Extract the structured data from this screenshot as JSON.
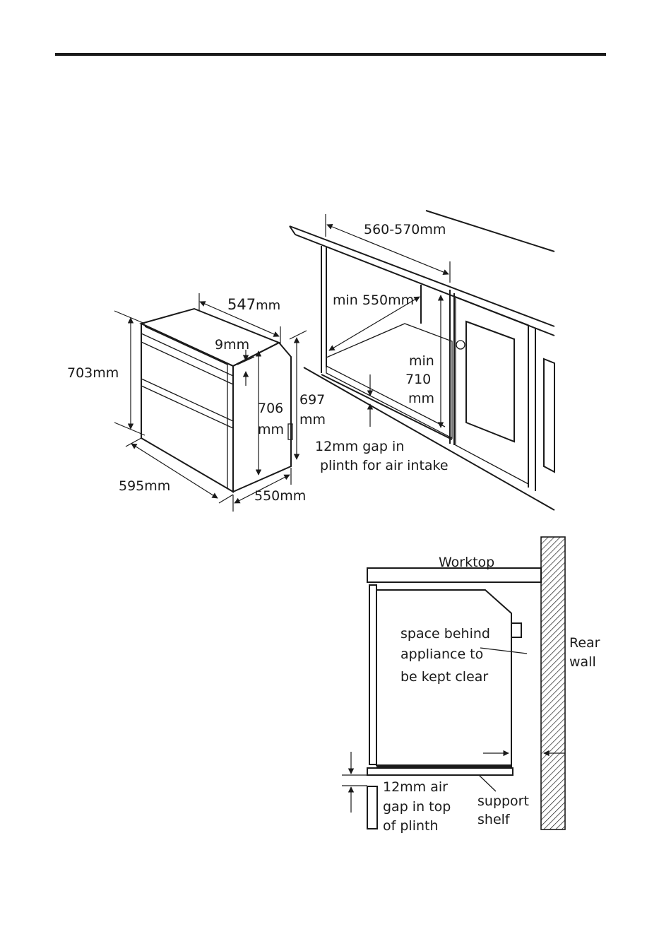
{
  "colors": {
    "ink": "#1a1a1a",
    "background": "#ffffff"
  },
  "appliance": {
    "depth_top": "547",
    "depth_top_unit": "mm",
    "height_total": "703mm",
    "front_thickness": "9mm",
    "height_body_line1": "706",
    "height_body_line2": "mm",
    "height_rear_line1": "697",
    "height_rear_line2": "mm",
    "width": "595mm",
    "depth_bottom": "550mm"
  },
  "cabinet": {
    "opening_width": "560-570mm",
    "min_depth": "min 550mm",
    "min_height_line1": "min",
    "min_height_line2": "710",
    "min_height_line3": "mm",
    "plinth_gap_line1": "12mm gap in",
    "plinth_gap_line2": "plinth for air intake"
  },
  "side_section": {
    "worktop": "Worktop",
    "rear_wall_line1": "Rear",
    "rear_wall_line2": "wall",
    "space_line1": "space behind",
    "space_line2": "appliance to",
    "space_line3": "be kept clear",
    "air_gap_line1": "12mm air",
    "air_gap_line2": "gap in top",
    "air_gap_line3": "of plinth",
    "support_line1": "support",
    "support_line2": "shelf"
  }
}
